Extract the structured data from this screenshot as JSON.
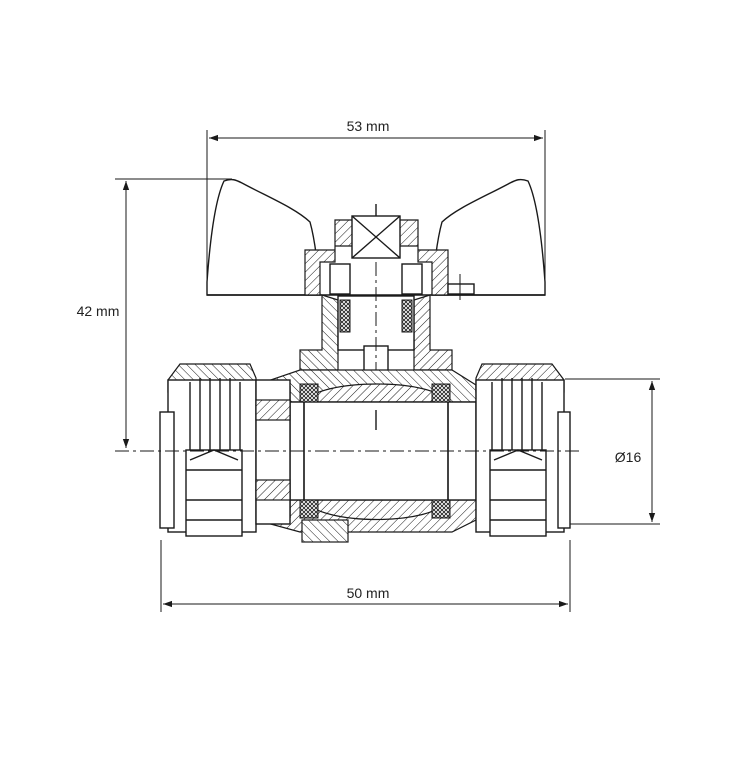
{
  "dimensions": {
    "width_top": "53 mm",
    "height_left": "42 mm",
    "width_bottom": "50 mm",
    "diameter_right": "Ø16"
  }
}
